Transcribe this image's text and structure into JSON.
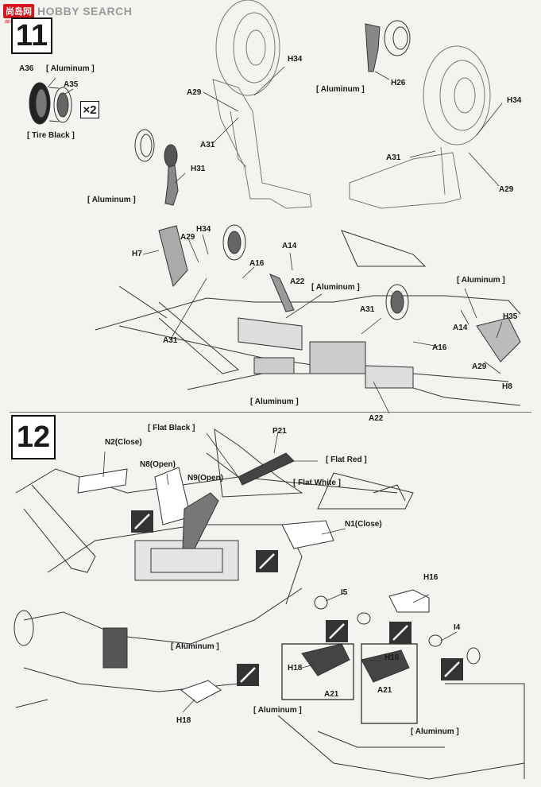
{
  "watermark": {
    "logo": "尚岛网",
    "text": "HOBBY SEARCH",
    "sub": "ana-shop.com"
  },
  "steps": {
    "step11": "11",
    "step12": "12"
  },
  "step11": {
    "x2": "×2",
    "labels": {
      "a36": "A36",
      "aluminum_1": "[ Aluminum ]",
      "a35": "A35",
      "tire_black": "[ Tire Black ]",
      "h34_a": "H34",
      "a29_a": "A29",
      "a31_a": "A31",
      "aluminum_2": "[ Aluminum ]",
      "h26": "H26",
      "h34_b": "H34",
      "a31_b": "A31",
      "a29_b": "A29",
      "h31": "H31",
      "aluminum_3": "[ Aluminum ]",
      "h7": "H7",
      "a29_c": "A29",
      "h34_c": "H34",
      "a16_a": "A16",
      "a14_a": "A14",
      "a22_a": "A22",
      "aluminum_4": "[ Aluminum ]",
      "a31_c": "A31",
      "a31_d": "A31",
      "aluminum_5": "[ Aluminum ]",
      "a14_b": "A14",
      "h35": "H35",
      "a16_b": "A16",
      "a29_d": "A29",
      "h8": "H8",
      "aluminum_6": "[ Aluminum ]",
      "a22_b": "A22"
    }
  },
  "step12": {
    "labels": {
      "flat_black": "[ Flat Black ]",
      "p21": "P21",
      "n2": "N2(Close)",
      "flat_red": "[ Flat Red ]",
      "n8": "N8(Open)",
      "n9": "N9(Open)",
      "flat_white": "[ Flat White ]",
      "n1": "N1(Close)",
      "h16_a": "H16",
      "i5": "I5",
      "i4": "I4",
      "aluminum_7": "[ Aluminum ]",
      "h18_a": "H18",
      "h16_b": "H16",
      "a21_a": "A21",
      "a21_b": "A21",
      "aluminum_8": "[ Aluminum ]",
      "aluminum_9": "[ Aluminum ]",
      "h18_b": "H18"
    }
  }
}
